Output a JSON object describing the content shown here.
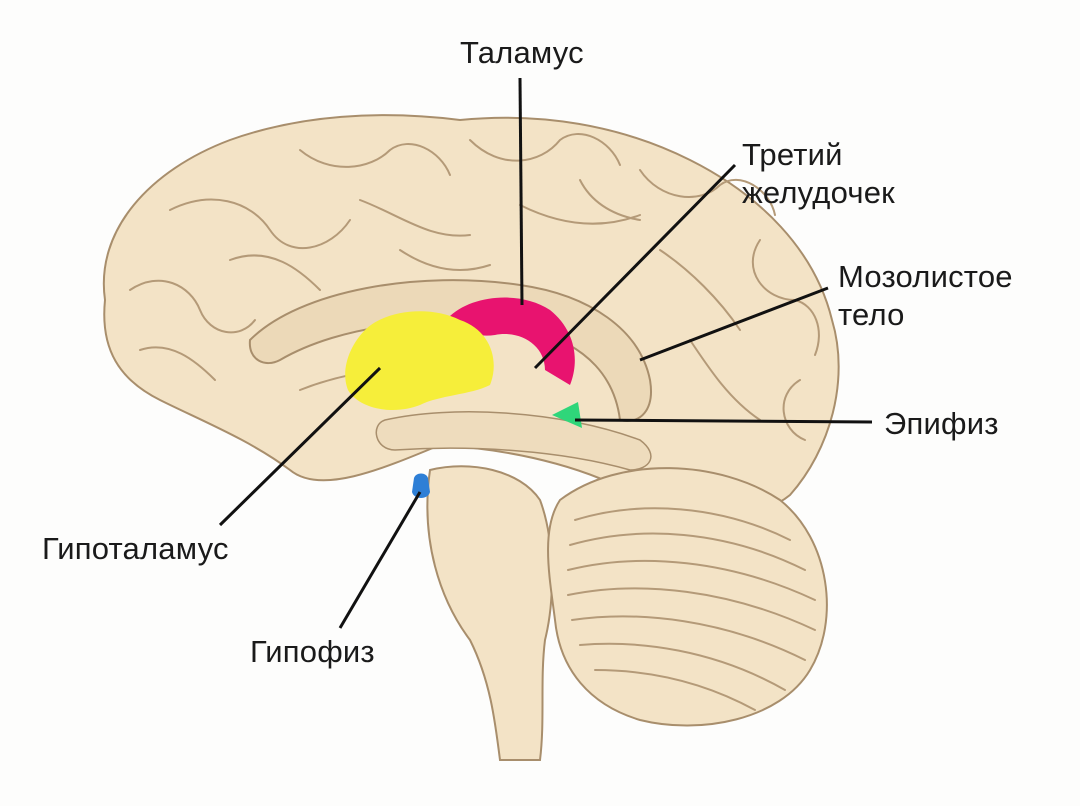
{
  "labels": {
    "thalamus": "Таламус",
    "third_ventricle": [
      "Третий",
      "желудочек"
    ],
    "corpus_callosum": [
      "Мозолистое",
      "тело"
    ],
    "epiphysis": "Эпифиз",
    "hypothalamus": "Гипоталамус",
    "hypophysis": "Гипофиз"
  },
  "colors": {
    "brain_fill": "#f3e3c6",
    "brain_outline": "#a88e6c",
    "fold_line": "#b49a78",
    "thalamus_highlight": "#e8136f",
    "hypothalamus_highlight": "#f6ee3a",
    "epiphysis_highlight": "#2fd67a",
    "hypophysis_highlight": "#2e7fd6",
    "leader_line": "#111111"
  }
}
